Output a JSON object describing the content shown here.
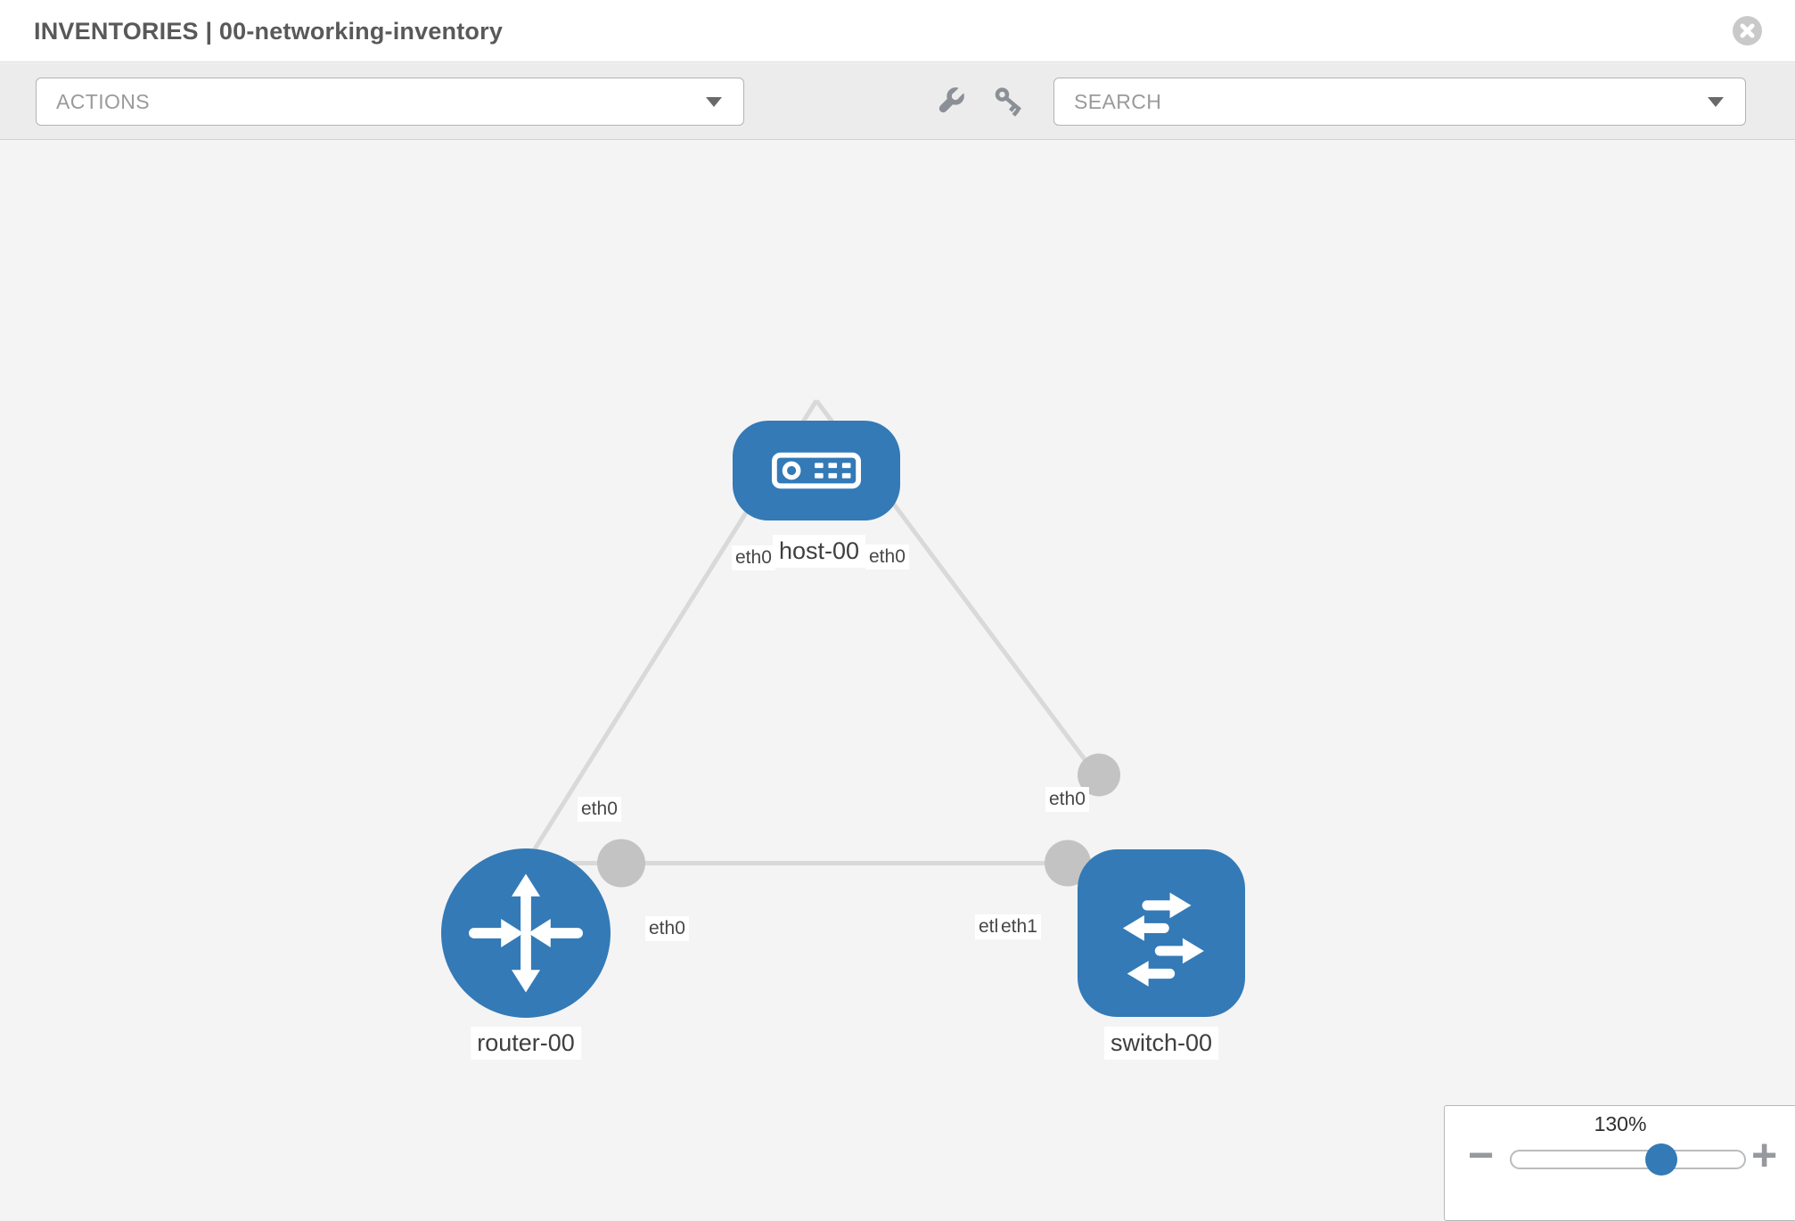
{
  "header": {
    "title": "INVENTORIES | 00-networking-inventory"
  },
  "toolbar": {
    "actions_label": "ACTIONS",
    "search_label": "SEARCH",
    "icons": [
      "wrench-icon",
      "key-icon"
    ]
  },
  "topology": {
    "nodes": [
      {
        "id": "host-00",
        "type": "host",
        "label": "host-00",
        "icon": "server-icon",
        "shape": "rounded-rect"
      },
      {
        "id": "router-00",
        "type": "router",
        "label": "router-00",
        "icon": "router-arrows-icon",
        "shape": "circle"
      },
      {
        "id": "switch-00",
        "type": "switch",
        "label": "switch-00",
        "icon": "switch-arrows-icon",
        "shape": "rounded-square"
      }
    ],
    "links": [
      {
        "from": "host-00",
        "to": "router-00",
        "from_interface": "eth0",
        "to_interface": "eth0"
      },
      {
        "from": "host-00",
        "to": "switch-00",
        "from_interface": "eth0",
        "to_interface": "eth0"
      },
      {
        "from": "router-00",
        "to": "switch-00",
        "from_interface": "eth0",
        "to_interface": "eth1"
      }
    ],
    "overlapped_labels": {
      "back": "eth0",
      "front": "eth1"
    }
  },
  "zoom_control": {
    "level": "130%",
    "minus_label": "−",
    "plus_label": "+",
    "slider_percent": 64
  },
  "colors": {
    "node_blue": "#337ab7",
    "link_gray": "#d9d9d9",
    "bubble_gray": "#c3c3c3",
    "toolbar_bg": "#ececec",
    "canvas_bg": "#f4f4f5"
  }
}
